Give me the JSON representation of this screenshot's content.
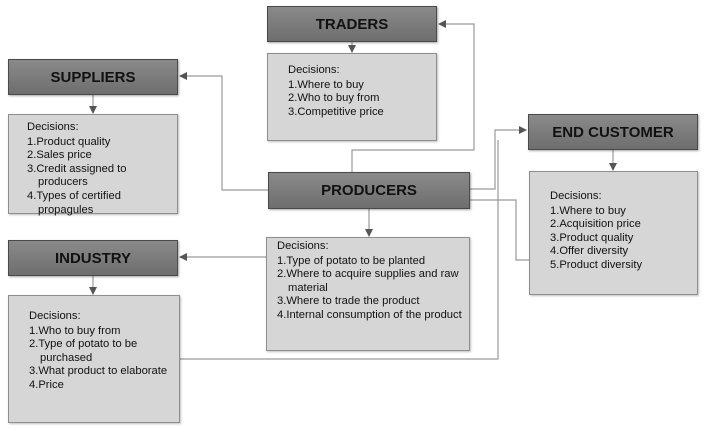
{
  "nodes": {
    "traders": {
      "title": "TRADERS",
      "caption": "Decisions:",
      "items": [
        "Where to buy",
        "Who to buy from",
        "Competitive price"
      ]
    },
    "suppliers": {
      "title": "SUPPLIERS",
      "caption": "Decisions:",
      "items": [
        "Product quality",
        "Sales price",
        "Credit assigned to producers",
        "Types of certified propagules"
      ]
    },
    "producers": {
      "title": "PRODUCERS",
      "caption": "Decisions:",
      "items": [
        "Type of potato to be planted",
        "Where to acquire supplies and raw material",
        "Where to trade the product",
        "Internal consumption of the product"
      ]
    },
    "end_customer": {
      "title": "END CUSTOMER",
      "caption": "Decisions:",
      "items": [
        "Where to buy",
        "Acquisition price",
        "Product quality",
        "Offer diversity",
        "Product diversity"
      ]
    },
    "industry": {
      "title": "INDUSTRY",
      "caption": "Decisions:",
      "items": [
        "Who to buy from",
        "Type of potato to be purchased",
        "What product to elaborate",
        "Price"
      ]
    }
  },
  "colors": {
    "header_fill": "#7d7d7d",
    "box_fill": "#d6d6d6",
    "line": "#9a9a9a",
    "arrow": "#555555"
  }
}
